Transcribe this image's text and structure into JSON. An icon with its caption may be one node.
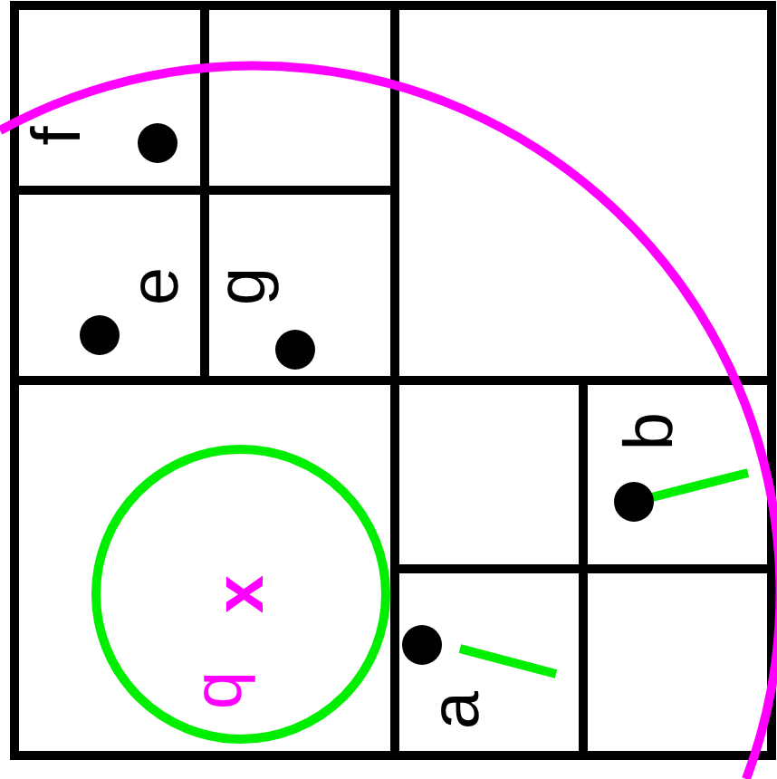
{
  "diagram": {
    "labels": [
      "f",
      "e",
      "g",
      "b",
      "x",
      "q",
      "a"
    ]
  }
}
